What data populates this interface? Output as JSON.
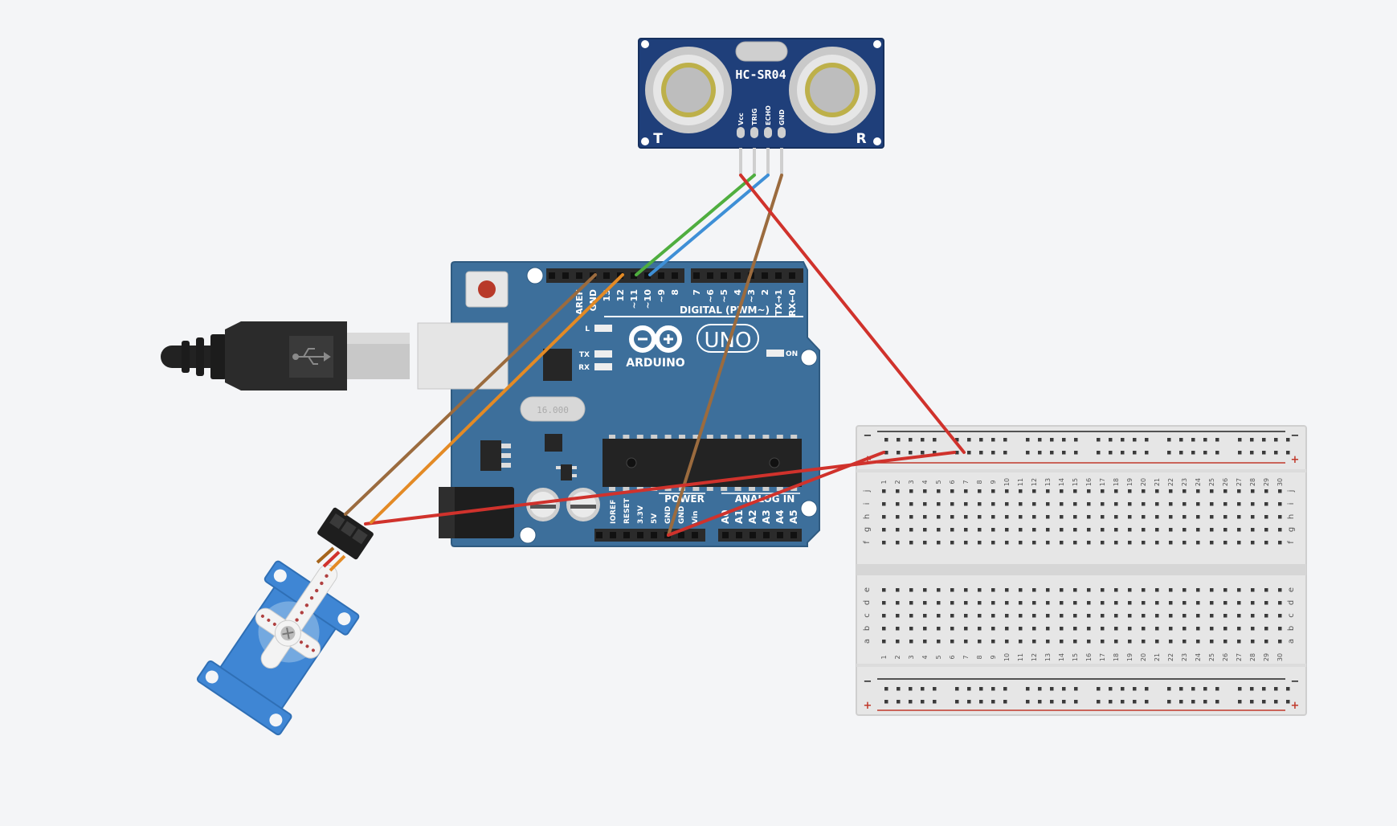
{
  "sensor": {
    "model": "HC-SR04",
    "pins": [
      "Vcc",
      "TRIG",
      "ECHO",
      "GND"
    ],
    "left_mark": "T",
    "right_mark": "R"
  },
  "arduino": {
    "brand": "ARDUINO",
    "model": "UNO",
    "digital_header": "DIGITAL (PWM~)",
    "digital_pins": [
      "AREF",
      "GND",
      "13",
      "12",
      "~11",
      "~10",
      "~9",
      "8",
      "7",
      "~6",
      "~5",
      "4",
      "~3",
      "2",
      "TX→1",
      "RX←0"
    ],
    "leds": [
      "L",
      "TX",
      "RX"
    ],
    "on_label": "ON",
    "power_header": "POWER",
    "power_pins": [
      "IOREF",
      "RESET",
      "3.3V",
      "5V",
      "GND",
      "GND",
      "Vin"
    ],
    "analog_header": "ANALOG IN",
    "analog_pins": [
      "A0",
      "A1",
      "A2",
      "A3",
      "A4",
      "A5"
    ],
    "crystal": "16.000"
  },
  "breadboard": {
    "columns": [
      "1",
      "2",
      "3",
      "4",
      "5",
      "6",
      "7",
      "8",
      "9",
      "10",
      "11",
      "12",
      "13",
      "14",
      "15",
      "16",
      "17",
      "18",
      "19",
      "20",
      "21",
      "22",
      "23",
      "24",
      "25",
      "26",
      "27",
      "28",
      "29",
      "30"
    ],
    "upper_rows": [
      "j",
      "i",
      "h",
      "g",
      "f"
    ],
    "lower_rows": [
      "e",
      "d",
      "c",
      "b",
      "a"
    ],
    "minus_sign": "−",
    "plus_sign": "+"
  },
  "colors": {
    "background": "#f4f5f7",
    "board_blue": "#3d6f9b",
    "sensor_blue": "#1f3f7a",
    "wire_red": "#d0322c",
    "wire_green": "#4fae3f",
    "wire_blue": "#3e8fd6",
    "wire_brown": "#9b6b3e",
    "wire_orange": "#e38a25",
    "servo_blue": "#3f86d4"
  }
}
